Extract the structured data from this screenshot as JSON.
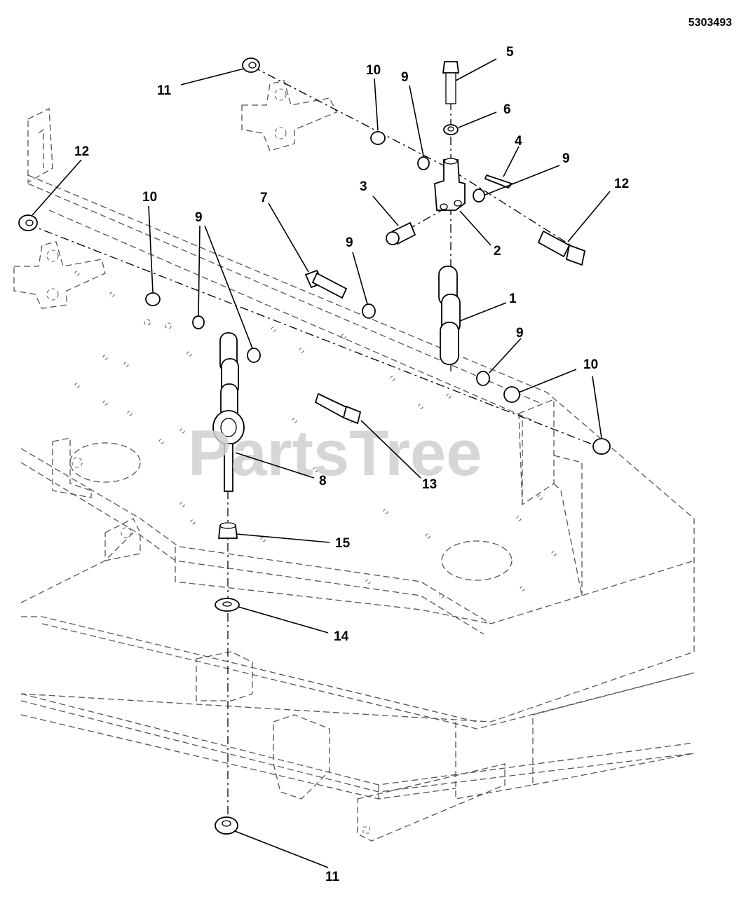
{
  "document_number": "5303493",
  "watermark": "PartsTree",
  "callouts": [
    {
      "id": "c1",
      "label": "1"
    },
    {
      "id": "c2",
      "label": "2"
    },
    {
      "id": "c3",
      "label": "3"
    },
    {
      "id": "c4",
      "label": "4"
    },
    {
      "id": "c5",
      "label": "5"
    },
    {
      "id": "c6",
      "label": "6"
    },
    {
      "id": "c7",
      "label": "7"
    },
    {
      "id": "c8",
      "label": "8"
    },
    {
      "id": "c9a",
      "label": "9"
    },
    {
      "id": "c9b",
      "label": "9"
    },
    {
      "id": "c9c",
      "label": "9"
    },
    {
      "id": "c9d",
      "label": "9"
    },
    {
      "id": "c9e",
      "label": "9"
    },
    {
      "id": "c10a",
      "label": "10"
    },
    {
      "id": "c10b",
      "label": "10"
    },
    {
      "id": "c10c",
      "label": "10"
    },
    {
      "id": "c11a",
      "label": "11"
    },
    {
      "id": "c11b",
      "label": "11"
    },
    {
      "id": "c12a",
      "label": "12"
    },
    {
      "id": "c12b",
      "label": "12"
    },
    {
      "id": "c13",
      "label": "13"
    },
    {
      "id": "c14",
      "label": "14"
    },
    {
      "id": "c15",
      "label": "15"
    }
  ]
}
